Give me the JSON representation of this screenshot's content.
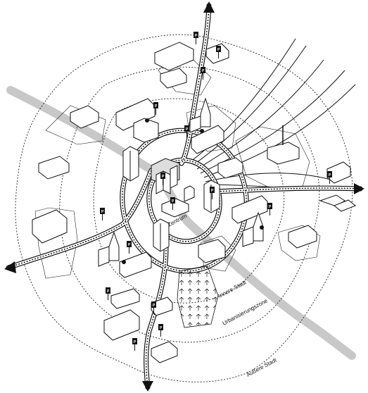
{
  "labels": {
    "center": "Zentrum",
    "inner_city": "Innere Stadt",
    "urbanization_zone": "Urbanisierungszone",
    "outer_city": "Äußere Stadt",
    "parking_sign": "P"
  },
  "colors": {
    "river": "#c8c8c8",
    "road_fill": "#ffffff",
    "road_outline": "#111111",
    "line": "#111111"
  },
  "icons": {
    "parking": "parking-sign-icon",
    "arrow": "arrow-icon",
    "church": "church-icon",
    "tree": "tree-icon"
  }
}
